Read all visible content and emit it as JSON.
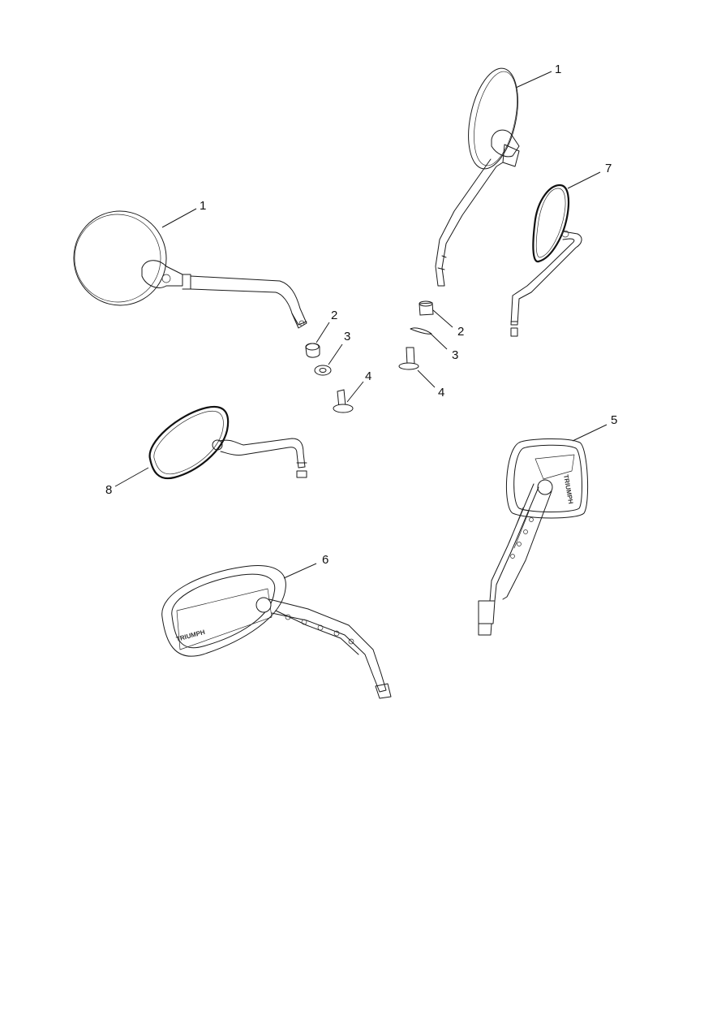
{
  "diagram": {
    "callouts": [
      {
        "id": "c1a",
        "label": "1"
      },
      {
        "id": "c1b",
        "label": "1"
      },
      {
        "id": "c2a",
        "label": "2"
      },
      {
        "id": "c2b",
        "label": "2"
      },
      {
        "id": "c3a",
        "label": "3"
      },
      {
        "id": "c3b",
        "label": "3"
      },
      {
        "id": "c4a",
        "label": "4"
      },
      {
        "id": "c4b",
        "label": "4"
      },
      {
        "id": "c5",
        "label": "5"
      },
      {
        "id": "c6",
        "label": "6"
      },
      {
        "id": "c7",
        "label": "7"
      },
      {
        "id": "c8",
        "label": "8"
      }
    ],
    "brand_marks": {
      "mirror_6": "TRIUMPH",
      "mirror_5": "TRIUMPH"
    }
  }
}
